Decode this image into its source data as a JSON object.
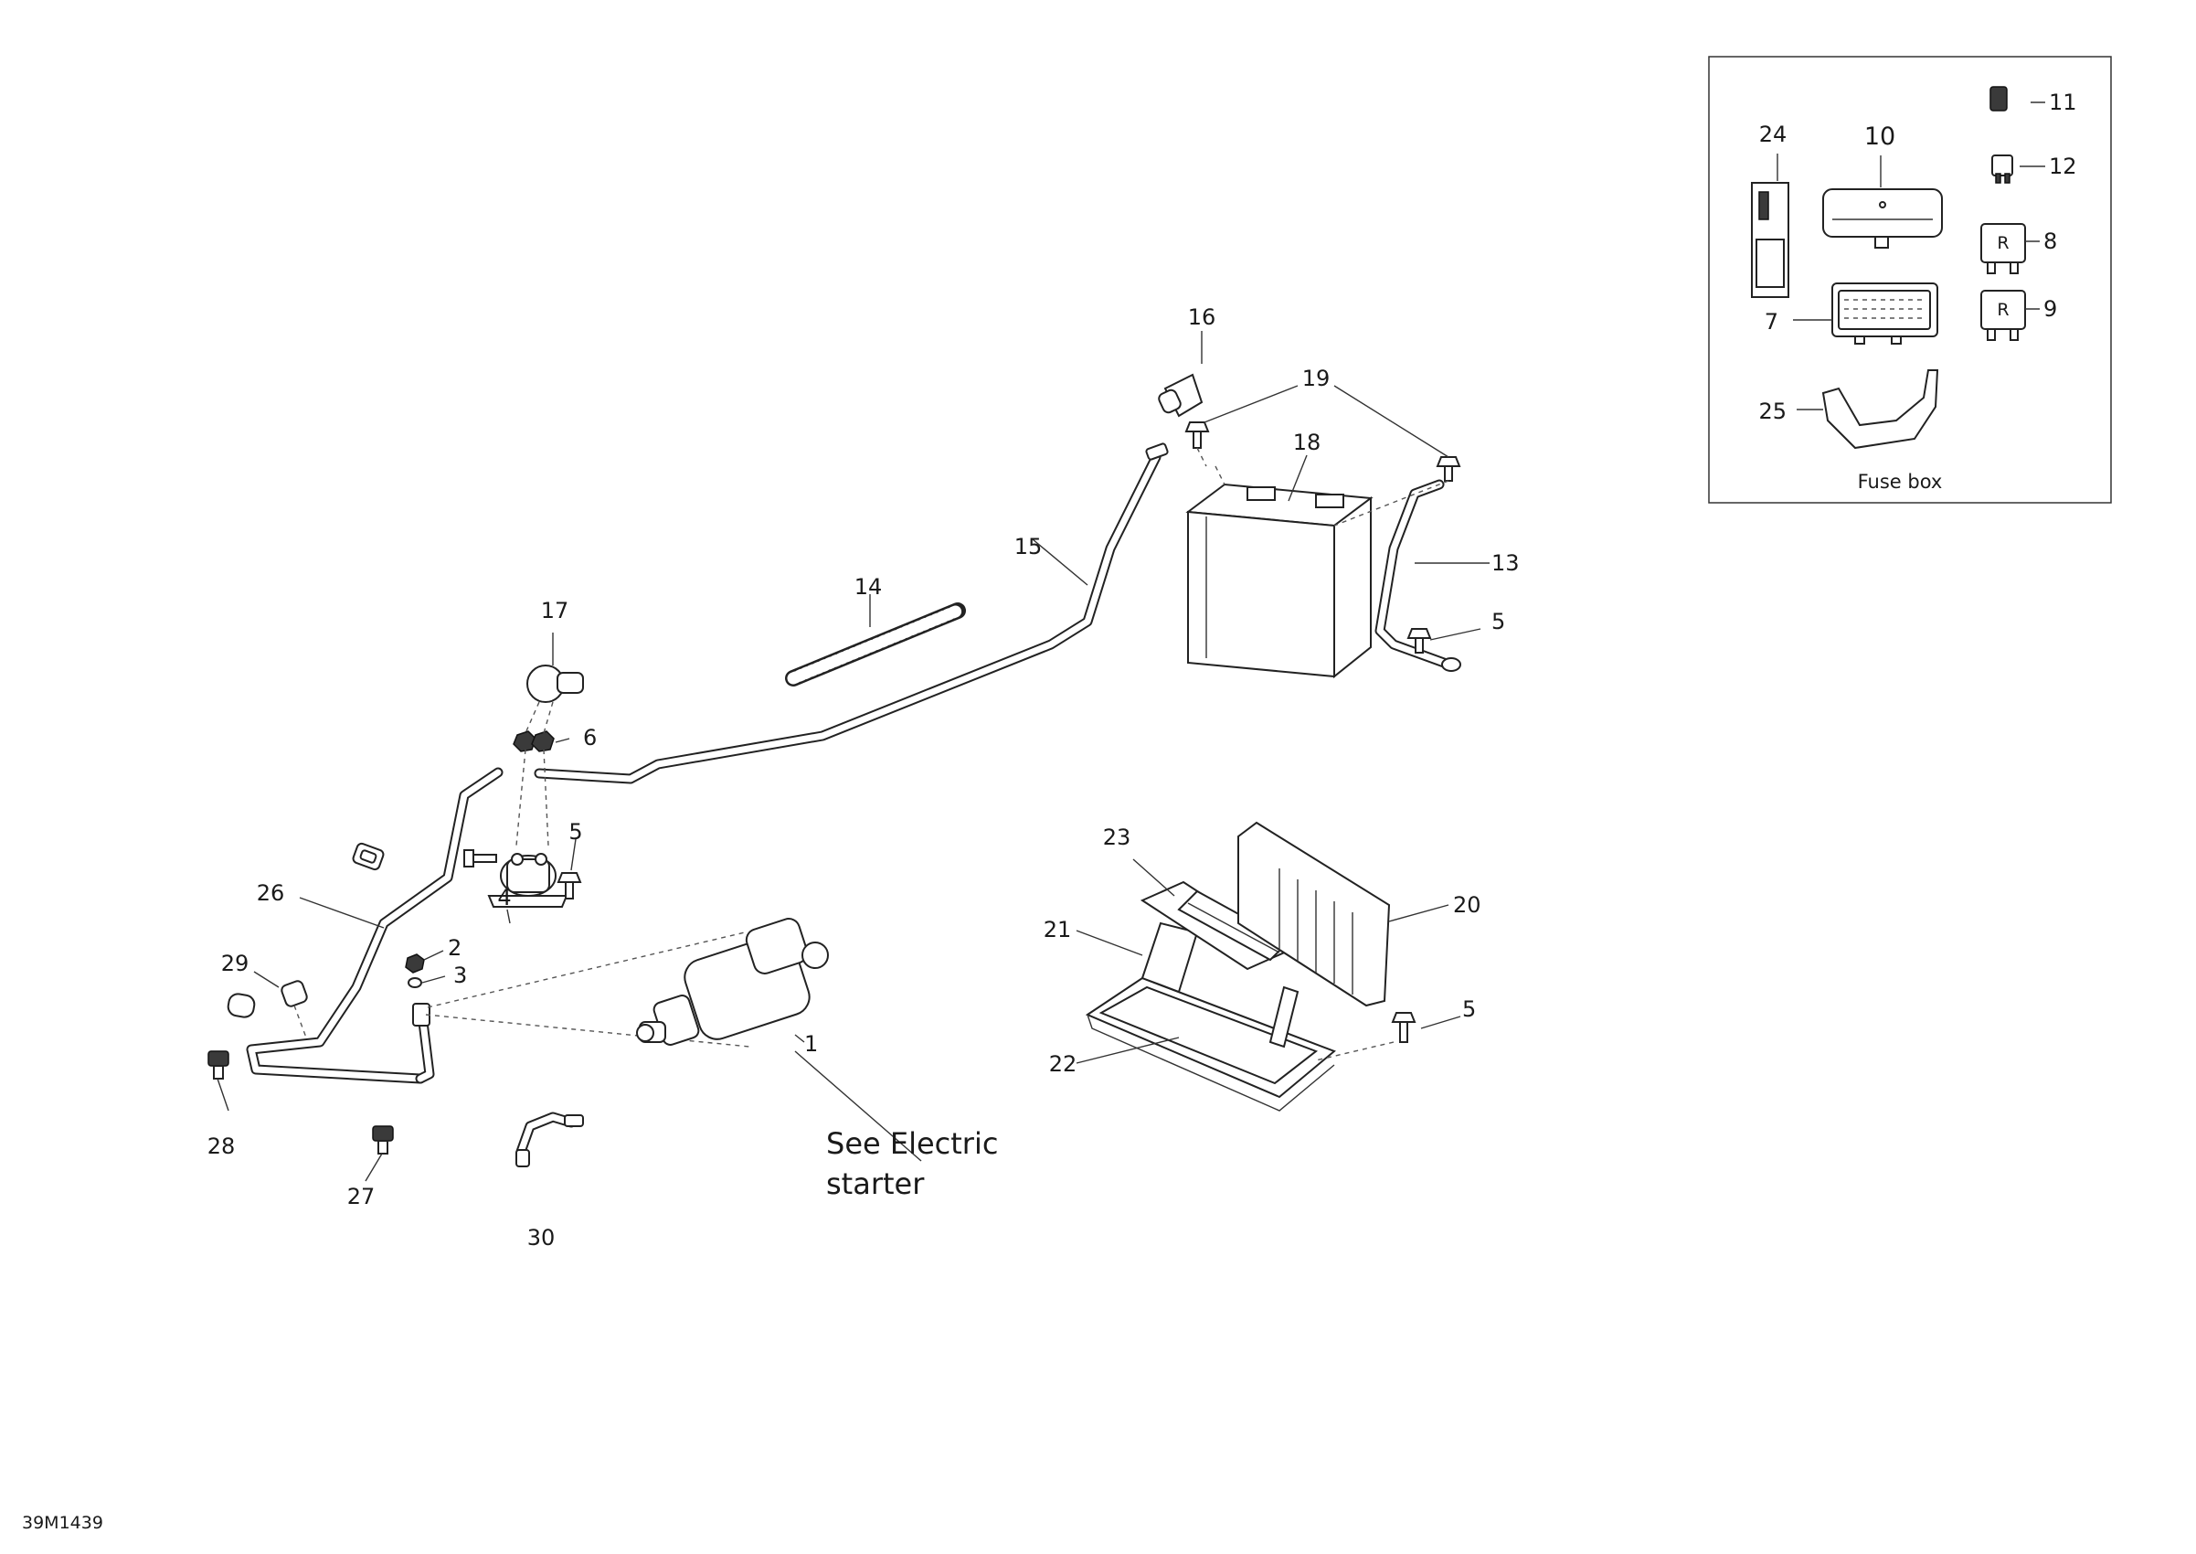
{
  "diagram": {
    "callouts": {
      "c1": "1",
      "c2": "2",
      "c3": "3",
      "c4": "4",
      "c5a": "5",
      "c5b": "5",
      "c5c": "5",
      "c6": "6",
      "c7": "7",
      "c8": "8",
      "c9": "9",
      "c10": "10",
      "c11": "11",
      "c12": "12",
      "c13": "13",
      "c14": "14",
      "c15": "15",
      "c16": "16",
      "c17": "17",
      "c18": "18",
      "c19": "19",
      "c20": "20",
      "c21": "21",
      "c22": "22",
      "c23": "23",
      "c24": "24",
      "c25": "25",
      "c26": "26",
      "c27": "27",
      "c28": "28",
      "c29": "29",
      "c30": "30"
    },
    "note_line1": "See Electric",
    "note_line2": "starter",
    "inset_caption": "Fuse box",
    "relay_label": "R",
    "drawing_ref": "39M1439"
  }
}
